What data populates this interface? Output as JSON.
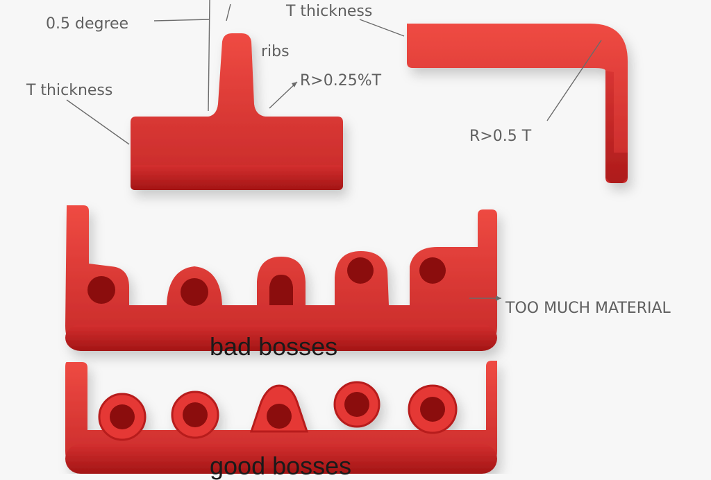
{
  "colors": {
    "part_red": "#e53935",
    "part_shade": "#b71c1c",
    "annotation_text": "#5f5f5f",
    "caption_text": "#1a1a1a",
    "background": "#f7f7f7"
  },
  "rib_part": {
    "angle_label": "0.5 degree",
    "rib_label": "ribs",
    "root_radius_label": "R>0.25%T",
    "thickness_label": "T thickness"
  },
  "bracket_part": {
    "thickness_label": "T thickness",
    "corner_radius_label": "R>0.5 T"
  },
  "bad_bosses": {
    "caption": "bad bosses",
    "callout": "TOO MUCH MATERIAL"
  },
  "good_bosses": {
    "caption": "good bosses"
  }
}
